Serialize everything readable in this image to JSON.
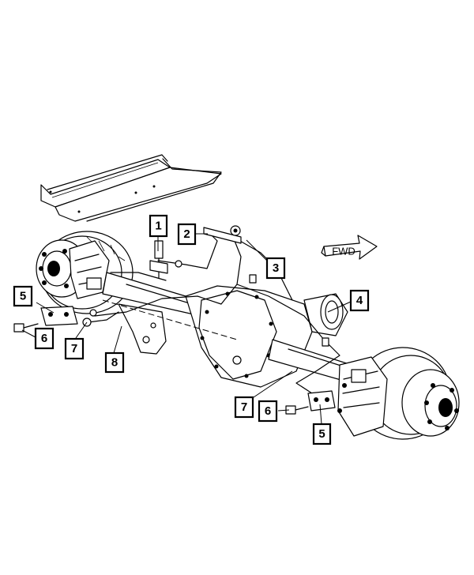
{
  "fwd_arrow": {
    "label": "FWD"
  },
  "callouts": [
    {
      "id": "callout-1",
      "label": "1"
    },
    {
      "id": "callout-2",
      "label": "2"
    },
    {
      "id": "callout-3",
      "label": "3"
    },
    {
      "id": "callout-4",
      "label": "4"
    },
    {
      "id": "callout-5-left",
      "label": "5"
    },
    {
      "id": "callout-6-left",
      "label": "6"
    },
    {
      "id": "callout-7-left",
      "label": "7"
    },
    {
      "id": "callout-8",
      "label": "8"
    },
    {
      "id": "callout-7-right",
      "label": "7"
    },
    {
      "id": "callout-6-right",
      "label": "6"
    },
    {
      "id": "callout-5-right",
      "label": "5"
    }
  ]
}
